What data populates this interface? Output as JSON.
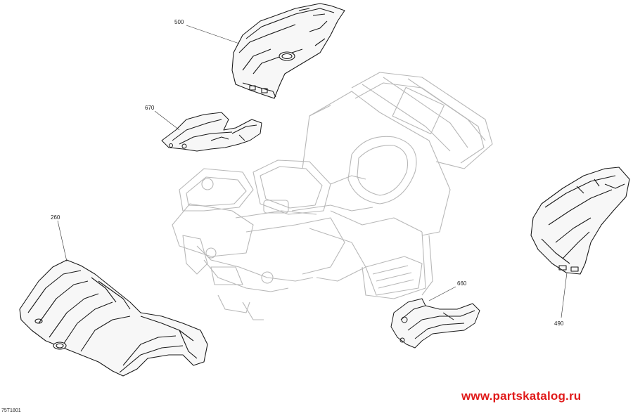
{
  "callouts": {
    "p500": "500",
    "p670": "670",
    "p260": "260",
    "p660": "660",
    "p490": "490"
  },
  "watermark": "www.partskatalog.ru",
  "figure_code": "75T1801",
  "colors": {
    "frame": "#b8b8b8",
    "part": "#1a1a1a",
    "watermark": "#e01a1a"
  }
}
